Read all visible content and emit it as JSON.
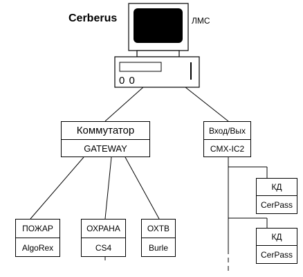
{
  "server": {
    "name": "Cerberus",
    "tag": "ЛМС",
    "drive_label": "0 0"
  },
  "gateway": {
    "title": "Коммутатор",
    "model": "GATEWAY"
  },
  "io": {
    "title": "Вход/Вых",
    "model": "CMX-IC2"
  },
  "devices": [
    {
      "title": "ПОЖАР",
      "model": "AlgoRex"
    },
    {
      "title": "ОХРАНА",
      "model": "CS4"
    },
    {
      "title": "ОХТВ",
      "model": "Burle"
    }
  ],
  "readers": [
    {
      "title": "КД",
      "model": "CerPass"
    },
    {
      "title": "КД",
      "model": "CerPass"
    }
  ]
}
